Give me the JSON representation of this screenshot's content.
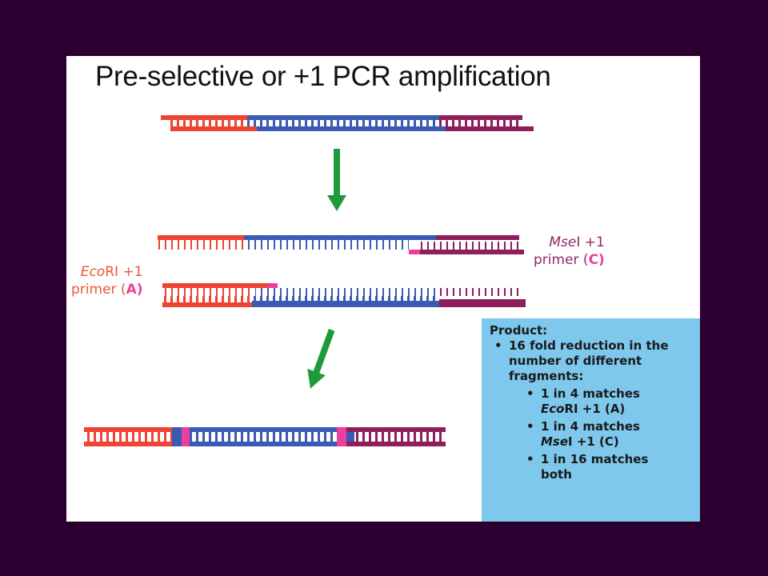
{
  "title": "Pre-selective or +1 PCR amplification",
  "labels": {
    "ecori": {
      "enzyme": "Eco",
      "suffix": "RI +1",
      "line2": "primer (",
      "code": "A",
      "close": ")"
    },
    "msei": {
      "enzyme": "Mse",
      "suffix": "I +1",
      "line2": "primer (",
      "code": "C",
      "close": ")"
    }
  },
  "product": {
    "heading": "Product:",
    "bullet_main": "16 fold reduction in the number of different fragments:",
    "sub": [
      {
        "line1": "1 in 4 matches",
        "enzyme": "Eco",
        "rest": "RI +1 (A)"
      },
      {
        "line1": "1 in 4 matches",
        "enzyme": "Mse",
        "rest": "I +1 (C)"
      },
      {
        "line1": "1 in 16 matches",
        "line2": "both"
      }
    ]
  },
  "colors": {
    "background": "#2b0030",
    "ecori_adapter": "#ee4433",
    "msei_adapter": "#8e1f5a",
    "fragment": "#3a5ab4",
    "selective_base": "#ec3f9c",
    "arrow": "#1f9a3a",
    "product_box": "#7dc8ec"
  }
}
